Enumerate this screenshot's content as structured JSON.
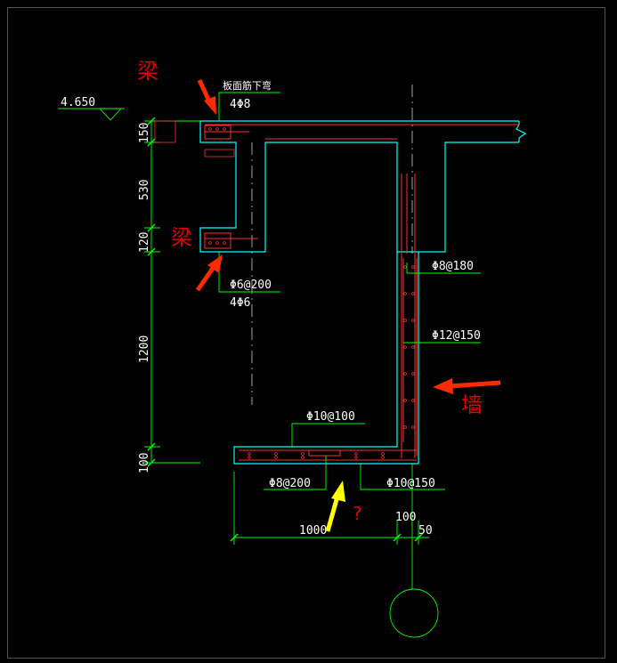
{
  "drawing": {
    "elevation_label": "4.650",
    "slab_note": "板面筋下弯",
    "top_bar_label": "4Φ8",
    "stirrup_label": "Φ6@200",
    "bottom_bar_label": "4Φ6",
    "wall_horiz_bar_label": "Φ8@180",
    "wall_vert_bar_label": "Φ12@150",
    "slab_top_bar_label": "Φ10@100",
    "slab_bot_bar_left_label": "Φ8@200",
    "slab_bot_bar_right_label": "Φ10@150",
    "dim_150": "150",
    "dim_530": "530",
    "dim_120": "120",
    "dim_1200": "1200",
    "dim_100_left": "100",
    "dim_1000": "1000",
    "dim_100_bottom": "100",
    "dim_50": "50"
  },
  "annotations": {
    "beam_top": "梁",
    "beam_mid": "梁",
    "wall": "墙",
    "question": "?"
  },
  "colors": {
    "background": "#000000",
    "concrete_outline": "#00FFFF",
    "rebar": "#FF3030",
    "dimension": "#00FF00",
    "text": "#FFFFFF",
    "arrow_red": "#FF2A00",
    "arrow_yellow": "#FFFF00",
    "annotation_red": "#E00000"
  }
}
